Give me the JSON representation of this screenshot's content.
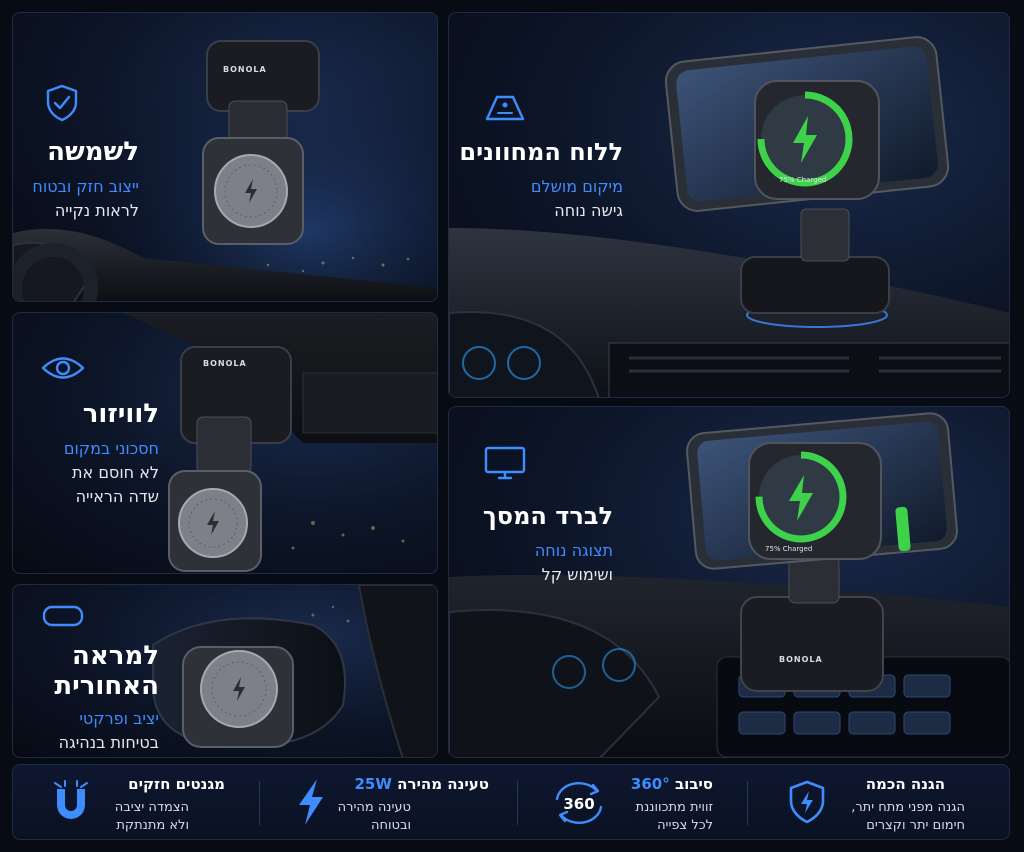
{
  "panels": {
    "windshield": {
      "title": "לשמשה",
      "subtitle": "ייצוב חזק ובטוח",
      "desc": "לראות נקייה",
      "brand": "BONOLA",
      "icon": "shield-check-icon"
    },
    "dashboard": {
      "title": "ללוח המחוונים",
      "subtitle": "מיקום מושלם",
      "desc": "גישה נוחה",
      "charge_label": "75% Charged",
      "icon": "dashboard-icon"
    },
    "visor": {
      "title": "לוויזור",
      "subtitle": "חסכוני במקום",
      "desc1": "לא חוסם את",
      "desc2": "שדה הראייה",
      "brand": "BONOLA",
      "icon": "eye-icon"
    },
    "screen": {
      "title": "לברד המסך",
      "subtitle": "תצוגה נוחה",
      "desc": "ושימוש קל",
      "charge_label": "75% Charged",
      "brand": "BONOLA",
      "icon": "monitor-icon"
    },
    "mirror": {
      "title1": "למראה",
      "title2": "האחורית",
      "subtitle": "יציב ופרקטי",
      "desc": "בטיחות בנהיגה",
      "icon": "mirror-icon"
    }
  },
  "features": [
    {
      "title": "הגנה הכמה",
      "highlight": "",
      "desc": "הגנה מפני מתח יתר,\nחימום יתר וקצרים",
      "icon": "shield-bolt-icon"
    },
    {
      "title": "סיבוב",
      "highlight": "360°",
      "desc": "זווית מתכווננת\nלכל צפייה",
      "icon": "rotate-360-icon",
      "icon_text": "360"
    },
    {
      "title": "טעינה מהירה",
      "highlight": "25W",
      "desc": "טעינה מהירה\nובטוחה",
      "icon": "lightning-icon"
    },
    {
      "title": "מגנטים חזקים",
      "highlight": "",
      "desc": "הצמדה יציבה\nולא מתנתקת",
      "icon": "magnet-icon"
    }
  ],
  "colors": {
    "accent": "#3f8cff",
    "charge_green": "#3ed24a",
    "background": "#070b14"
  }
}
